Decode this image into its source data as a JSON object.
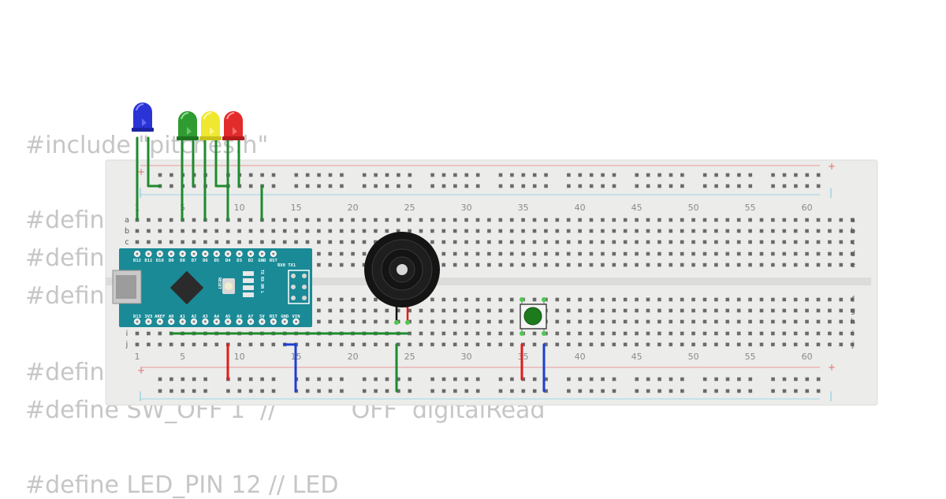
{
  "code": {
    "line1": "#include \"pitches.h\"",
    "line2": "#define",
    "line3": "#define",
    "line4": "#define",
    "line5": "#define",
    "line6": "#define SW_OFF 1  //          OFF  digitalRead",
    "line7": "#define LED_PIN 12 // LED"
  },
  "breadboard": {
    "column_numbers": [
      "1",
      "5",
      "10",
      "15",
      "20",
      "25",
      "30",
      "35",
      "40",
      "45",
      "50",
      "55",
      "60"
    ],
    "top_rows": [
      "a",
      "b",
      "c",
      "d",
      "e"
    ],
    "bottom_rows": [
      "f",
      "g",
      "h",
      "i",
      "j"
    ],
    "plus": "+",
    "minus": "|"
  },
  "nano": {
    "top_pins": [
      "D12",
      "D11",
      "D10",
      "D9",
      "D8",
      "D7",
      "D6",
      "D5",
      "D4",
      "D3",
      "D2",
      "GND",
      "RST"
    ],
    "bottom_pins": [
      "D13",
      "3V3",
      "AREF",
      "A0",
      "A1",
      "A2",
      "A3",
      "A4",
      "A5",
      "A6",
      "A7",
      "5V",
      "RST",
      "GND",
      "VIN"
    ],
    "rx_tx": "RX0 TX1",
    "reset": "RESET",
    "leds": "TX RX ON L"
  },
  "leds": {
    "colors": [
      "blue",
      "green",
      "yellow",
      "red"
    ]
  },
  "colors": {
    "wire_green": "#1e8a2e",
    "wire_red": "#e21b1b",
    "wire_blue": "#1c3fd1",
    "board_teal": "#1a8a96",
    "rail_red": "#e79a9a",
    "rail_blue": "#9ed6e6"
  }
}
